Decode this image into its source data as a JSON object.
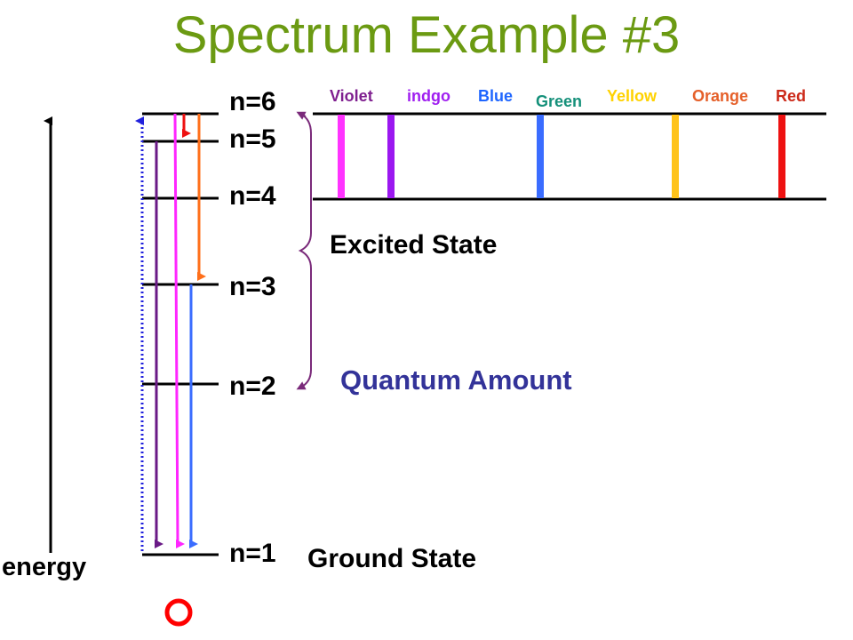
{
  "title": "Spectrum Example #3",
  "levels": [
    "n=6",
    "n=5",
    "n=4",
    "n=3",
    "n=2",
    "n=1"
  ],
  "axis_label": "energy",
  "excited_label": "Excited State",
  "ground_label": "Ground State",
  "quantum_label": "Quantum Amount",
  "spectrum_labels": [
    {
      "text": "Violet",
      "color": "#7f1f8f"
    },
    {
      "text": "indgo",
      "color": "#a020f0"
    },
    {
      "text": "Blue",
      "color": "#1f66ff"
    },
    {
      "text": "Green",
      "color": "#15907a"
    },
    {
      "text": "Yellow",
      "color": "#ffd200"
    },
    {
      "text": "Orange",
      "color": "#e5602a"
    },
    {
      "text": "Red",
      "color": "#cc2a1a"
    }
  ],
  "line_colors": {
    "violet": "#ff33ff",
    "indigo": "#9b18f0",
    "blue": "#3a6cff",
    "yellow": "#ffc31a",
    "red": "#ee1111",
    "orange": "#ff6f1a",
    "purple": "#6a1a86",
    "magenta": "#ff26ff",
    "dotted": "#2222dd",
    "bracket": "#7a2a7a",
    "marker": "#ff0000"
  }
}
